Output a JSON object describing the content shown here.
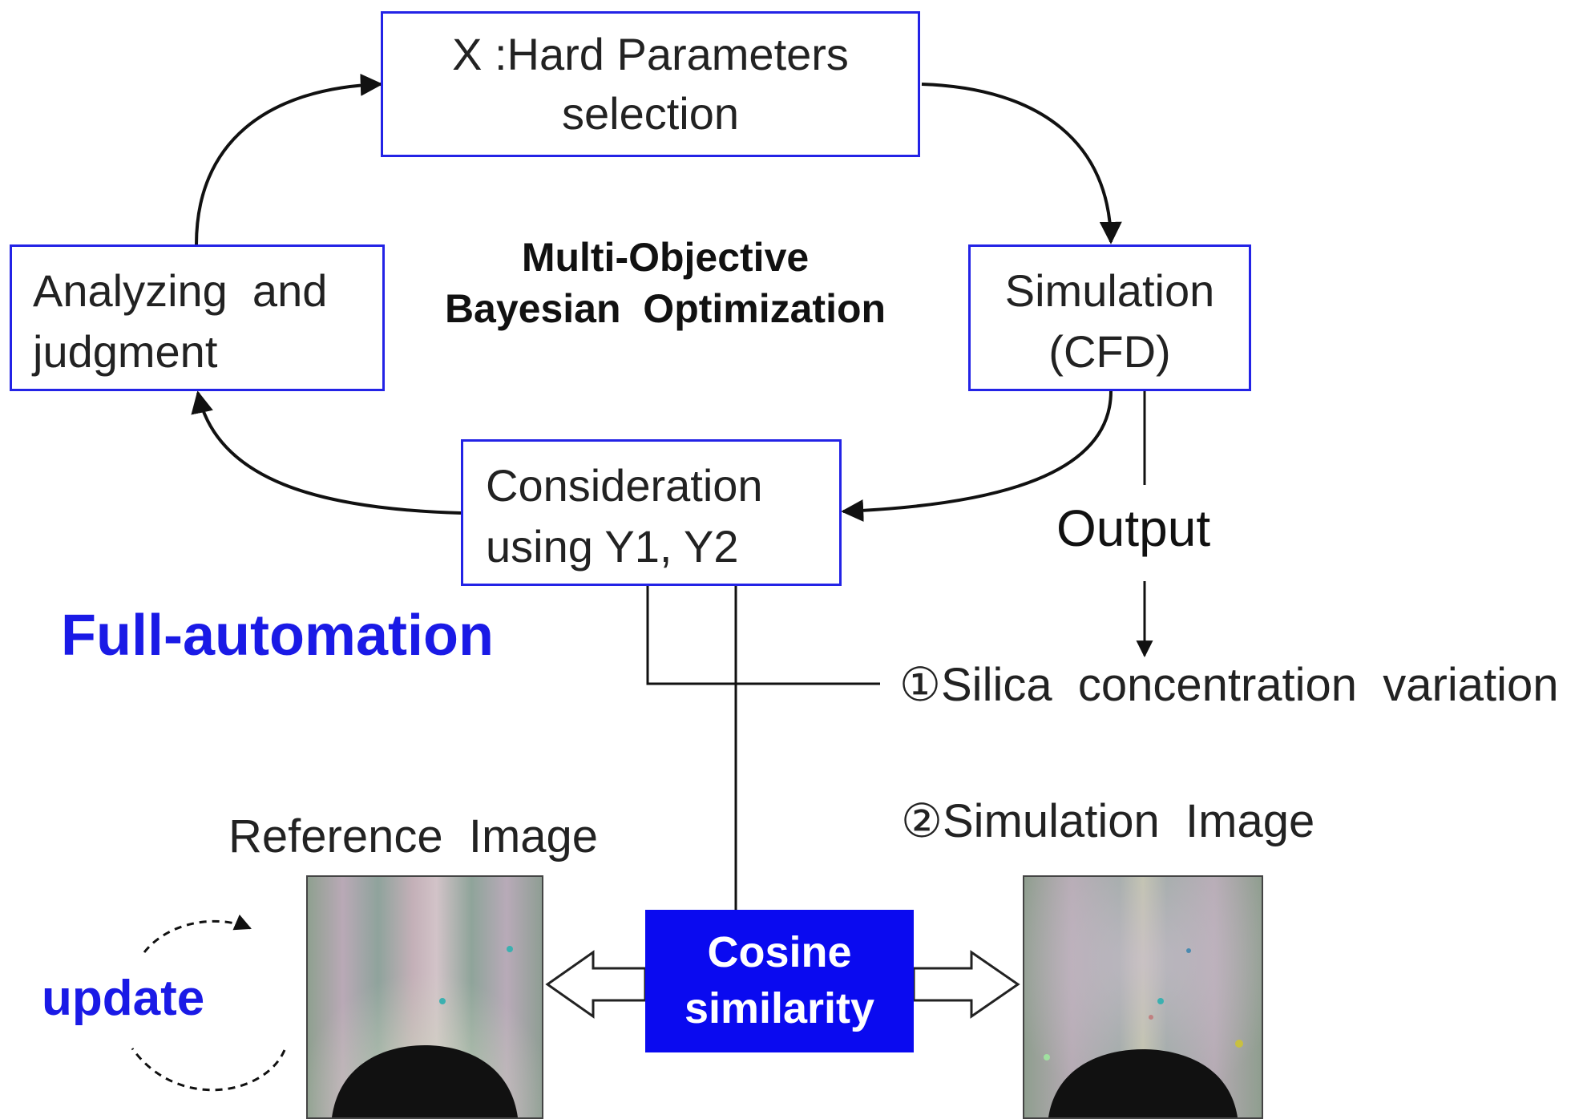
{
  "boxes": {
    "hard_params": {
      "line1": "X :Hard Parameters",
      "line2": "selection"
    },
    "simulation": {
      "line1": "Simulation",
      "line2": "(CFD)"
    },
    "analyzing": {
      "line1": "Analyzing  and",
      "line2": "judgment"
    },
    "consideration": {
      "line1": "Consideration",
      "line2": "using Y1, Y2"
    },
    "cosine": {
      "line1": "Cosine",
      "line2": "similarity"
    }
  },
  "center_title": {
    "line1": "Multi-Objective",
    "line2": "Bayesian  Optimization"
  },
  "labels": {
    "output": "Output",
    "full_automation": "Full-automation",
    "silica": "①Silica  concentration  variation",
    "simulation_image": "②Simulation  Image",
    "reference_image": "Reference  Image",
    "update": "update"
  },
  "colors": {
    "box_border": "#2323e6",
    "accent_blue": "#1a1ae6",
    "cosine_fill": "#0a0af0",
    "line": "#111111"
  }
}
